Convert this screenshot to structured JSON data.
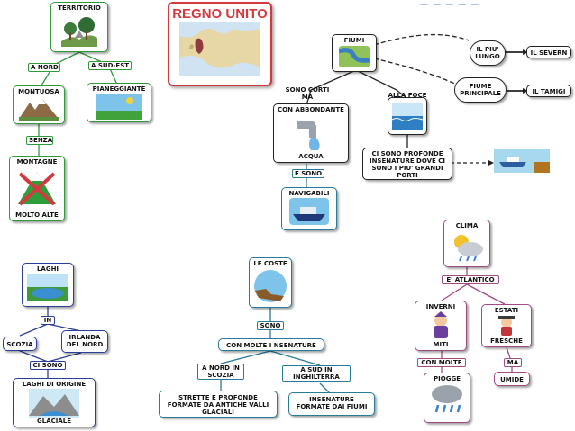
{
  "diagram": {
    "title": "REGNO UNITO",
    "ghost_text": "— — — — —",
    "territorio": {
      "root": "TERRITORIO",
      "edge_north": "A NORD",
      "edge_southeast": "A SUD-EST",
      "montuosa": "MONTUOSA",
      "pianeggiante": "PIANEGGIANTE",
      "senza": "SENZA",
      "montagne": "MONTAGNE",
      "molto_alte": "MOLTO ALTE"
    },
    "fiumi": {
      "root": "FIUMI",
      "piu_lungo": "IL PIU' LUNGO",
      "severn": "IL SEVERN",
      "principale": "FIUME PRINCIPALE",
      "tamigi": "IL TAMIGI",
      "sono_corti": "SONO CORTI MA",
      "abbondante_1": "CON ABBONDANTE",
      "abbondante_2": "ACQUA",
      "e_sono": "E SONO",
      "navigabili": "NAVIGABILI",
      "alla_foce": "ALLA FOCE",
      "insenature": "CI SONO PROFONDE INSENATURE DOVE CI SONO I PIU' GRANDI PORTI"
    },
    "laghi": {
      "root": "LAGHI",
      "in": "IN",
      "scozia": "SCOZIA",
      "irlanda": "IRLANDA DEL NORD",
      "ci_sono": "CI SONO",
      "origine_1": "LAGHI DI ORIGINE",
      "origine_2": "GLACIALE"
    },
    "coste": {
      "root": "LE COSTE",
      "sono": "SONO",
      "insenature": "CON MOLTE I NSENATURE",
      "nord_scozia": "A NORD IN SCOZIA",
      "sud_inghilterra": "A SUD IN INGHILTERRA",
      "strette": "STRETTE E PROFONDE FORMATE DA ANTICHE VALLI GLACIALI",
      "formate_fiumi": "INSENATURE FORMATE DAI FIUMI"
    },
    "clima": {
      "root": "CLIMA",
      "atlantico": "E' ATLANTICO",
      "inverni": "INVERNI",
      "miti": "MITI",
      "estati": "ESTATI",
      "fresche": "FRESCHE",
      "con_molte": "CON MOLTE",
      "piogge": "PIOGGE",
      "ma": "MA",
      "umide": "UMIDE"
    }
  },
  "colors": {
    "green": "#2f9a3a",
    "blue": "#2a3e9a",
    "teal": "#2a7a9a",
    "purple": "#a04a86",
    "red": "#d23a3f"
  }
}
